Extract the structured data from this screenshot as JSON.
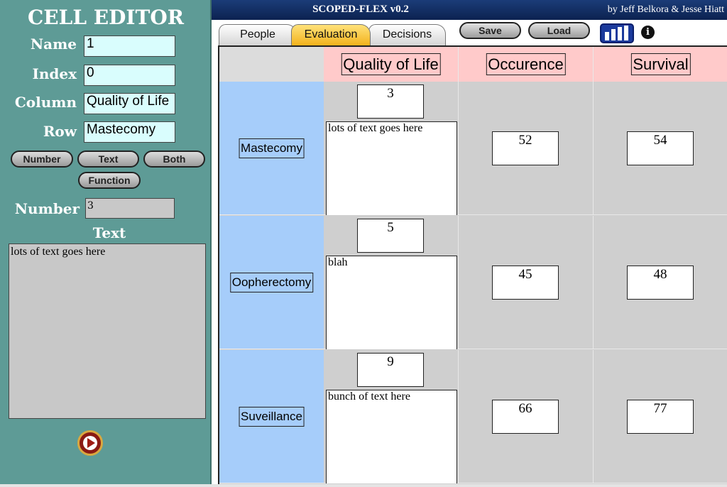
{
  "editor": {
    "title": "CELL EDITOR",
    "fields": [
      {
        "label": "Name",
        "value": "1"
      },
      {
        "label": "Index",
        "value": "0"
      },
      {
        "label": "Column",
        "value": "Quality of Life"
      },
      {
        "label": "Row",
        "value": "Mastecomy"
      }
    ],
    "type_buttons": [
      "Number",
      "Text",
      "Both",
      "Function"
    ],
    "number_label": "Number",
    "number_value": "3",
    "text_label": "Text",
    "text_value": "lots of text goes here"
  },
  "header": {
    "title": "SCOPED-FLEX v0.2",
    "byline": "by Jeff Belkora & Jesse Hiatt"
  },
  "tabs": [
    {
      "label": "People",
      "active": false
    },
    {
      "label": "Evaluation",
      "active": true
    },
    {
      "label": "Decisions",
      "active": false
    }
  ],
  "toolbar": {
    "save_label": "Save",
    "load_label": "Load",
    "chart_icon": "bar-chart-icon",
    "info_icon": "info-icon"
  },
  "grid": {
    "columns": [
      "Quality of Life",
      "Occurence",
      "Survival"
    ],
    "rows": [
      {
        "label": "Mastecomy",
        "qol_number": "3",
        "qol_text": "lots of text goes here",
        "occurence": "52",
        "survival": "54"
      },
      {
        "label": "Oopherectomy",
        "qol_number": "5",
        "qol_text": "blah",
        "occurence": "45",
        "survival": "48"
      },
      {
        "label": "Suveillance",
        "qol_number": "9",
        "qol_text": "bunch of text here",
        "occurence": "66",
        "survival": "77"
      }
    ]
  },
  "colors": {
    "editor_bg": "#5e9b96",
    "header_bg": "#1b3c78",
    "column_header_bg": "#ffcaca",
    "row_header_bg": "#a6cdfa",
    "active_tab": "#f3b21c"
  }
}
